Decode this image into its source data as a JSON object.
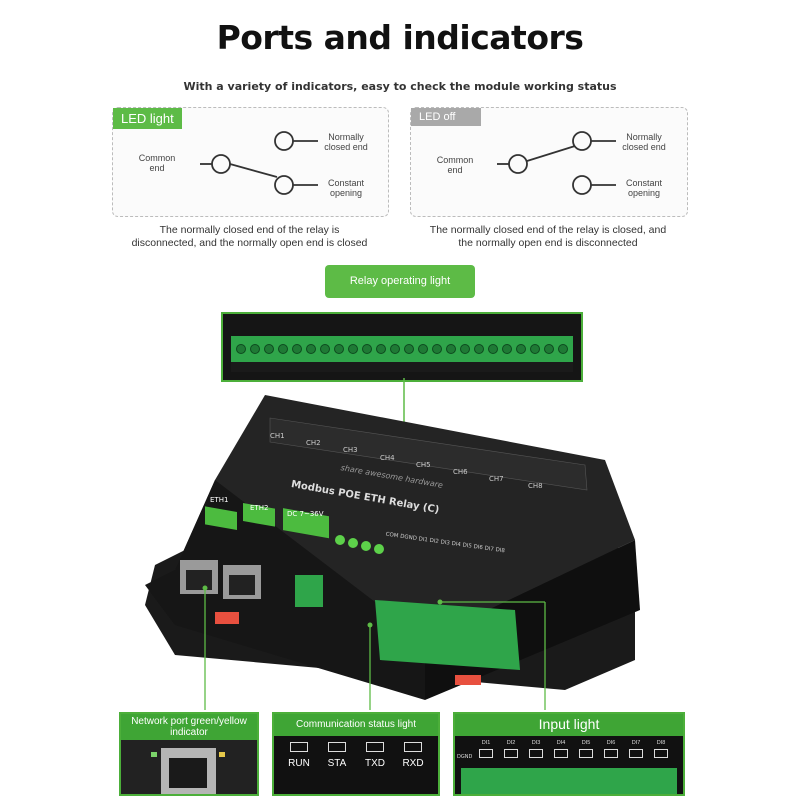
{
  "title": "Ports and indicators",
  "subtitle": "With a variety of indicators, easy to check the module working status",
  "led_on_panel": {
    "tag": "LED light",
    "common": "Common\nend",
    "nc": "Normally\nclosed end",
    "no": "Constant\nopening",
    "caption_line1": "The normally closed end of the relay is",
    "caption_line2": "disconnected, and the normally open end is closed"
  },
  "led_off_panel": {
    "tag": "LED off",
    "common": "Common\nend",
    "nc": "Normally\nclosed end",
    "no": "Constant\nopening",
    "caption_line1": "The normally closed end of the relay is closed, and",
    "caption_line2": "the normally open end is disconnected"
  },
  "relay_light_button": "Relay operating light",
  "device": {
    "channels": [
      "CH1",
      "CH2",
      "CH3",
      "CH4",
      "CH5",
      "CH6",
      "CH7",
      "CH8"
    ],
    "brand_text": "share awesome hardware",
    "model": "Modbus POE ETH Relay (C)",
    "eth1": "ETH1",
    "eth2": "ETH2",
    "power": "DC 7~36V",
    "input_pins": "COM DGND DI1 DI2 DI3 DI4 DI5 DI6 DI7 DI8"
  },
  "callouts": {
    "network": "Network port green/yellow indicator",
    "communication": "Communication status light",
    "input": "Input light"
  },
  "comm_leds": [
    "RUN",
    "STA",
    "TXD",
    "RXD"
  ],
  "input_leds": [
    "DI1",
    "DI2",
    "DI3",
    "DI4",
    "DI5",
    "DI6",
    "DI7",
    "DI8"
  ],
  "input_ground": "DGND",
  "colors": {
    "green": "#5dbb46",
    "gray_tag": "#a9a9a9",
    "terminal_green": "#2ea84a",
    "device_black": "#1b1b1b"
  }
}
